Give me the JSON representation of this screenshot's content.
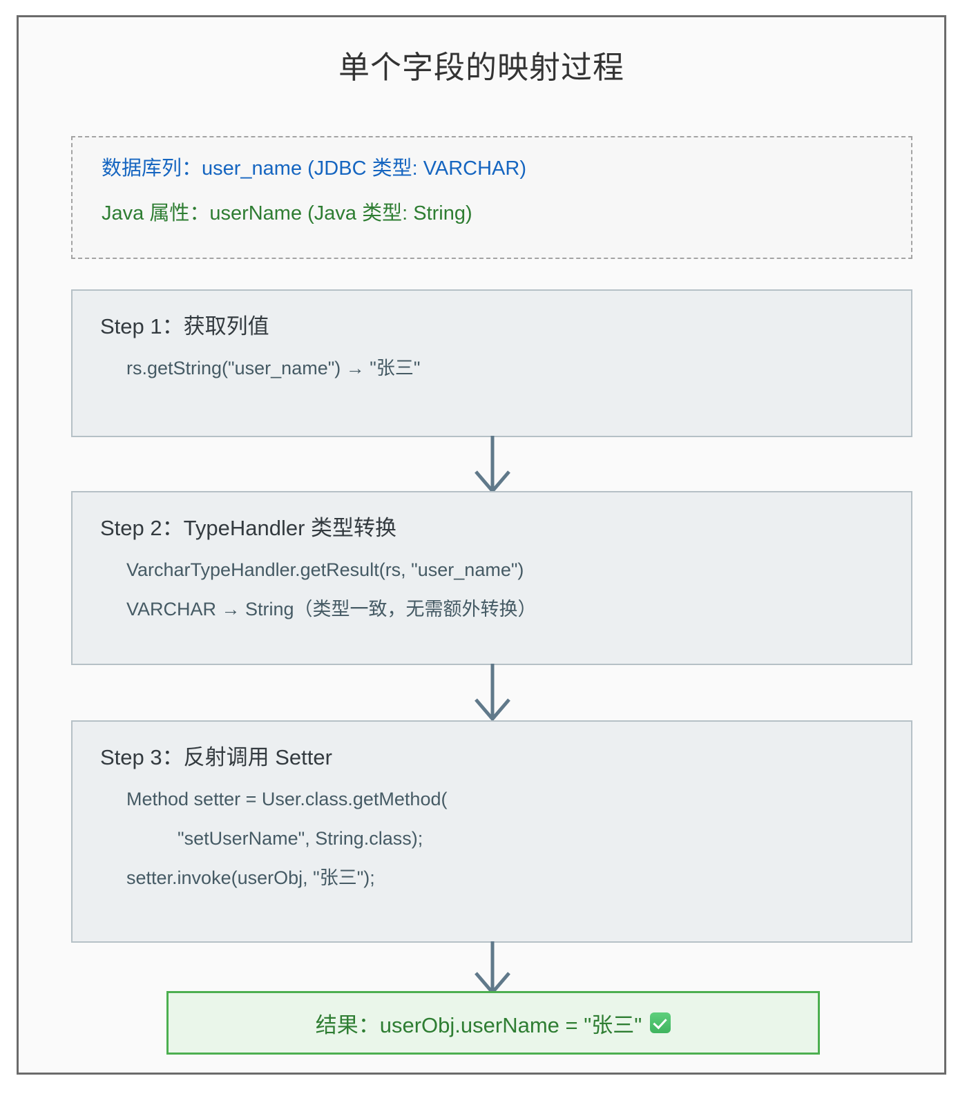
{
  "title": "单个字段的映射过程",
  "mapping_info": {
    "db_column_line": "数据库列：user_name (JDBC 类型: VARCHAR)",
    "java_property_line": "Java 属性：userName (Java 类型: String)",
    "db_color": "#1565c0",
    "java_color": "#2e7d32"
  },
  "steps": [
    {
      "title": "Step 1：获取列值",
      "code": [
        "rs.getString(\"user_name\")  →  \"张三\""
      ]
    },
    {
      "title": "Step 2：TypeHandler 类型转换",
      "code": [
        "VarcharTypeHandler.getResult(rs, \"user_name\")",
        "VARCHAR → String（类型一致，无需额外转换）"
      ]
    },
    {
      "title": "Step 3：反射调用 Setter",
      "code": [
        "Method setter = User.class.getMethod(",
        "\"setUserName\", String.class);",
        "setter.invoke(userObj, \"张三\");"
      ]
    }
  ],
  "result": {
    "text": "结果：userObj.userName = \"张三\"",
    "badge_icon": "white-check-mark-icon",
    "border_color": "#4caf50",
    "text_color": "#2e7d32"
  },
  "arrows": {
    "count": 3,
    "color": "#60798a",
    "direction": "down"
  }
}
